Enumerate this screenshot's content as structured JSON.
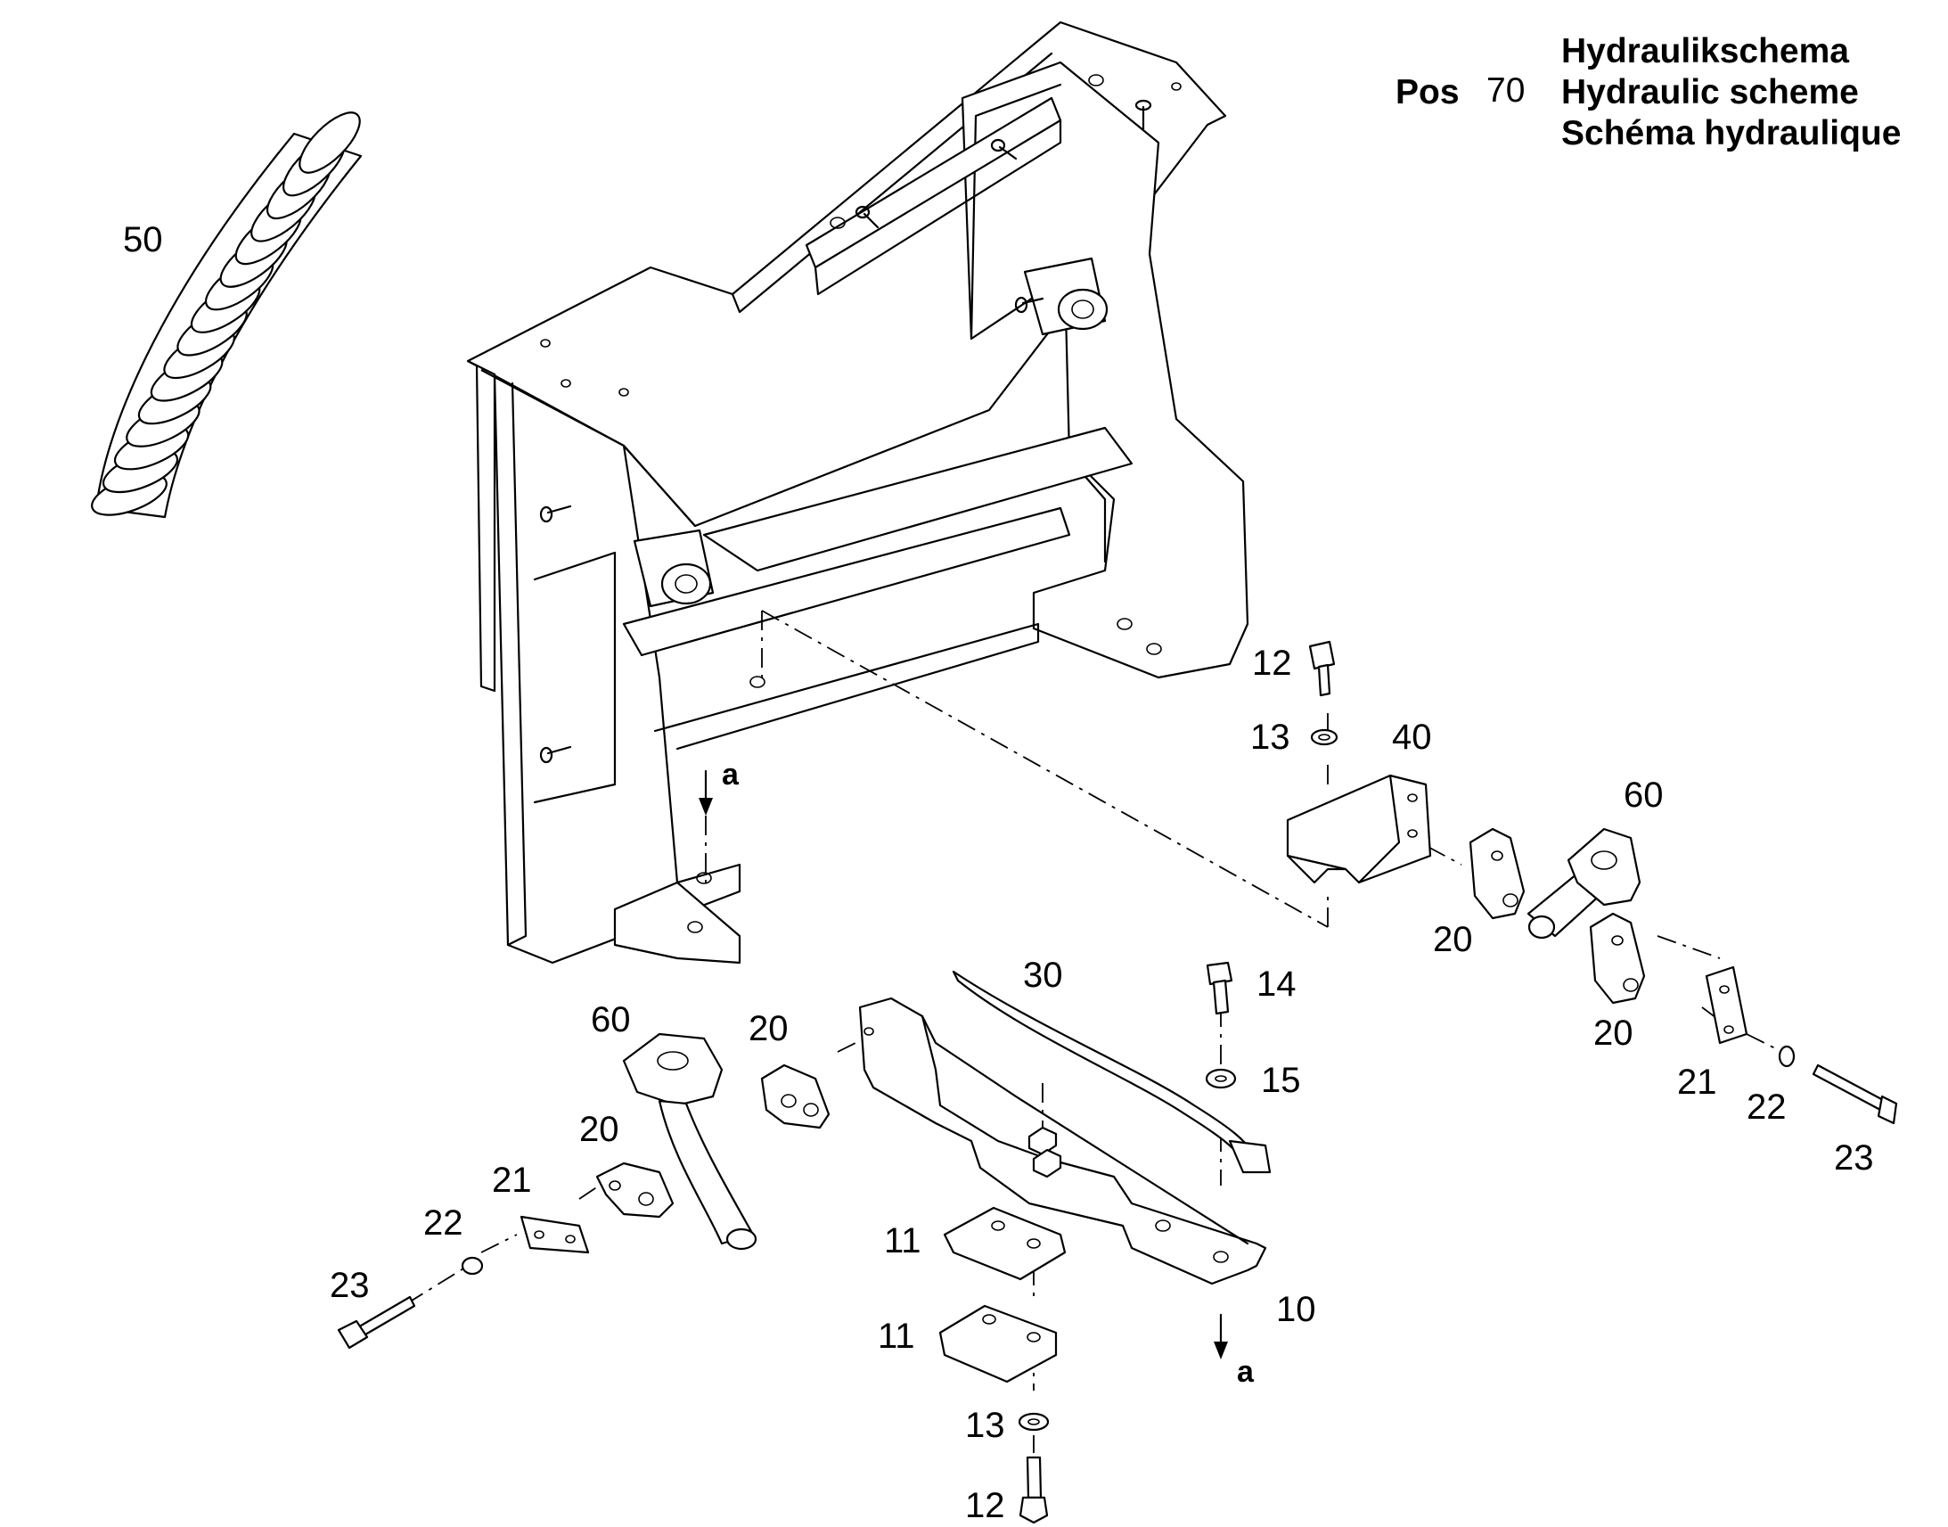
{
  "header": {
    "pos_label": "Pos",
    "pos_number": "70",
    "titles": [
      "Hydraulikschema",
      "Hydraulic scheme",
      "Schéma hydraulique"
    ]
  },
  "callouts": {
    "p50": "50",
    "p12_top": "12",
    "p13_top": "13",
    "p40": "40",
    "p60_right": "60",
    "p20_right_a": "20",
    "p20_right_b": "20",
    "p21_right": "21",
    "p22_right": "22",
    "p23_right": "23",
    "p30": "30",
    "p14": "14",
    "p15": "15",
    "p10": "10",
    "p60_left": "60",
    "p20_left_a": "20",
    "p20_left_b": "20",
    "p21_left": "21",
    "p22_left": "22",
    "p23_left": "23",
    "p11_a": "11",
    "p11_b": "11",
    "p13_bottom": "13",
    "p12_bottom": "12",
    "arrow_a_top": "a",
    "arrow_a_bottom": "a"
  }
}
